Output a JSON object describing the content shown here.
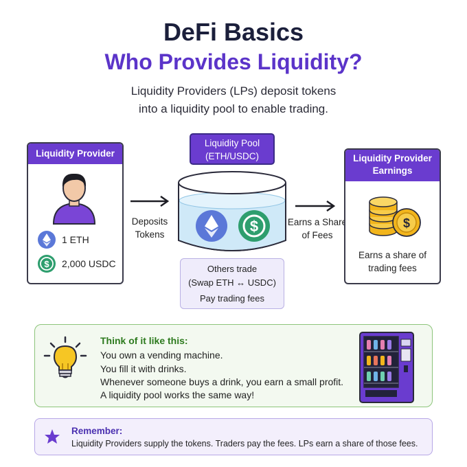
{
  "header": {
    "title": "DeFi Basics",
    "subtitle": "Who Provides Liquidity?",
    "intro_line1": "Liquidity Providers (LPs) deposit tokens",
    "intro_line2": "into a liquidity pool to enable trading."
  },
  "provider": {
    "heading": "Liquidity Provider",
    "icons": [
      "person-avatar-icon",
      "ethereum-icon",
      "usdc-icon"
    ],
    "tokens": [
      {
        "amount": "1 ETH",
        "icon": "ethereum-icon"
      },
      {
        "amount": "2,000 USDC",
        "icon": "usdc-icon"
      }
    ]
  },
  "deposit_arrow": {
    "line1": "Deposits",
    "line2": "Tokens"
  },
  "pool": {
    "label_line1": "Liquidity Pool",
    "label_line2": "(ETH/USDC)",
    "icons": [
      "ethereum-icon",
      "usdc-icon"
    ]
  },
  "trade": {
    "line1": "Others trade",
    "line2": "(Swap ETH ↔ USDC)",
    "line3": "Pay trading fees"
  },
  "earn_arrow": {
    "line1": "Earns a Share",
    "line2": "of Fees"
  },
  "earnings": {
    "heading_line1": "Liquidity Provider",
    "heading_line2": "Earnings",
    "icon": "coin-stack-icon",
    "text_line1": "Earns a share of",
    "text_line2": "trading fees"
  },
  "analogy": {
    "heading": "Think of it like this:",
    "lines": [
      "You own a vending machine.",
      "You fill it with drinks.",
      "Whenever someone buys a drink, you earn a small profit.",
      "A liquidity pool works the same way!"
    ],
    "icons": [
      "lightbulb-icon",
      "vending-machine-icon"
    ]
  },
  "remember": {
    "heading": "Remember:",
    "text": "Liquidity Providers supply the tokens. Traders pay the fees. LPs earn a share of those fees.",
    "icon": "star-icon"
  },
  "colors": {
    "purple": "#6a3ccf",
    "navy": "#1b1f3b",
    "green": "#2d7a1e",
    "eth_blue": "#5b78d8",
    "usdc_green": "#2e9e6e",
    "gold": "#f2b51c",
    "water": "#cfe9f8"
  }
}
